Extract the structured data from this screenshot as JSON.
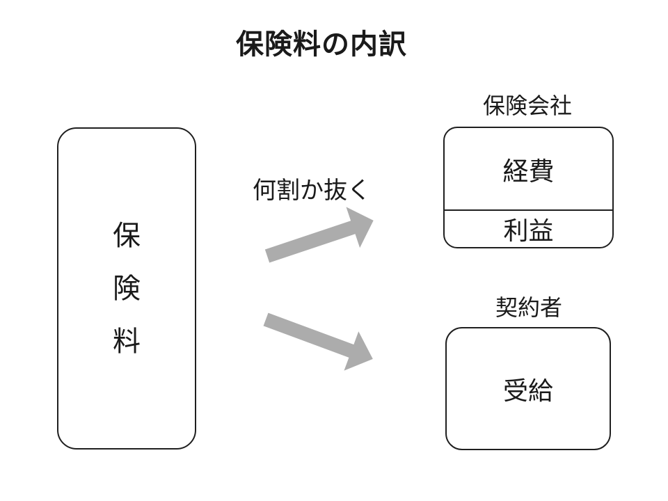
{
  "title": "保険料の内訳",
  "colors": {
    "arrow": "#acacac",
    "text": "#1a1a1a",
    "border": "#1f1f1f"
  },
  "diagram": {
    "source_box": {
      "label": "保険料"
    },
    "arrow_to_company": {
      "label": "何割か抜く",
      "direction": "up-right"
    },
    "arrow_to_policyholder": {
      "direction": "down-right"
    },
    "insurance_company": {
      "caption": "保険会社",
      "top_cell": "経費",
      "bottom_cell": "利益"
    },
    "policyholder": {
      "caption": "契約者",
      "cell": "受給"
    }
  }
}
